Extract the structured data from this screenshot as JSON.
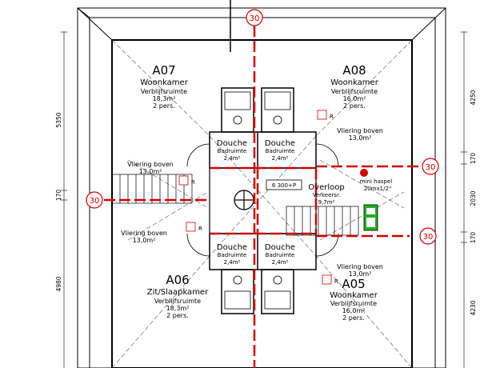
{
  "fire_rating": "30",
  "rooms": {
    "a07": {
      "code": "A07",
      "name": "Woonkamer",
      "sub": "Verblijfsruimte",
      "area": "18,3m²",
      "pers": "2 pers."
    },
    "a08": {
      "code": "A08",
      "name": "Woonkamer",
      "sub": "Verblijfsruimte",
      "area": "16,0m²",
      "pers": "2 pers."
    },
    "a06": {
      "code": "A06",
      "name": "Zit/Slaapkamer",
      "sub": "Verblijfsruimte",
      "area": "18,3m²",
      "pers": "2 pers."
    },
    "a05": {
      "code": "A05",
      "name": "Woonkamer",
      "sub": "Verblijfsruimte",
      "area": "16,0m²",
      "pers": "2 pers."
    }
  },
  "showers": {
    "name": "Douche",
    "sub": "Badruimte",
    "area": "2,4m²"
  },
  "vliering": [
    {
      "label": "Vliering boven",
      "area": "13,0m²"
    },
    {
      "label": "Vliering boven",
      "area": "13,0m²"
    },
    {
      "label": "Vliering boven",
      "area": "13,0m²"
    },
    {
      "label": "Vliering boven",
      "area": "13,0m²"
    }
  ],
  "overloop": {
    "name": "Overloop",
    "sub": "Verkeersr.",
    "area": "9,7m²"
  },
  "extinguisher": {
    "code": "6 300+P"
  },
  "hose": {
    "name": "mini haspel",
    "spec": "20mx1/2\""
  },
  "symbol_r": "R",
  "dims_left": [
    "5350",
    "170",
    "4980"
  ],
  "dims_right": [
    "4250",
    "170",
    "2030",
    "170",
    "4230"
  ],
  "colors": {
    "fire_line": "#d00000",
    "hose_box": "#22b022",
    "line": "#000000"
  }
}
